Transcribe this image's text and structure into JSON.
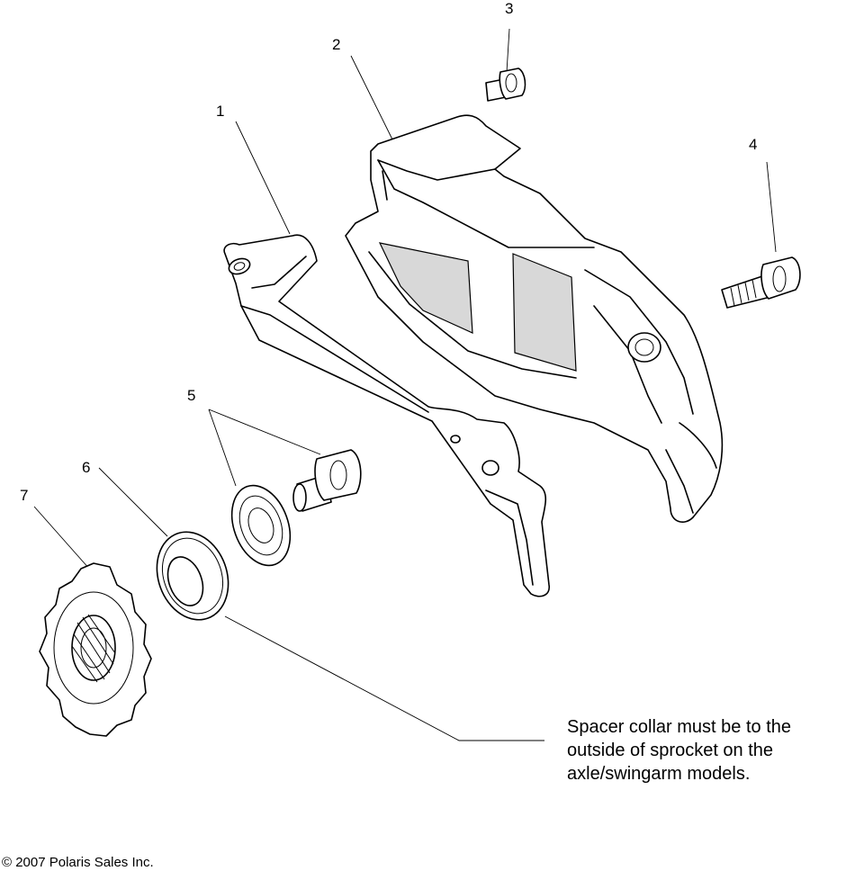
{
  "callouts": {
    "c1": "1",
    "c2": "2",
    "c3": "3",
    "c4": "4",
    "c5": "5",
    "c6": "6",
    "c7": "7"
  },
  "note": {
    "line1": "Spacer collar must be to the",
    "line2": "outside of sprocket on the",
    "line3": "axle/swingarm models."
  },
  "copyright": "© 2007 Polaris Sales Inc."
}
